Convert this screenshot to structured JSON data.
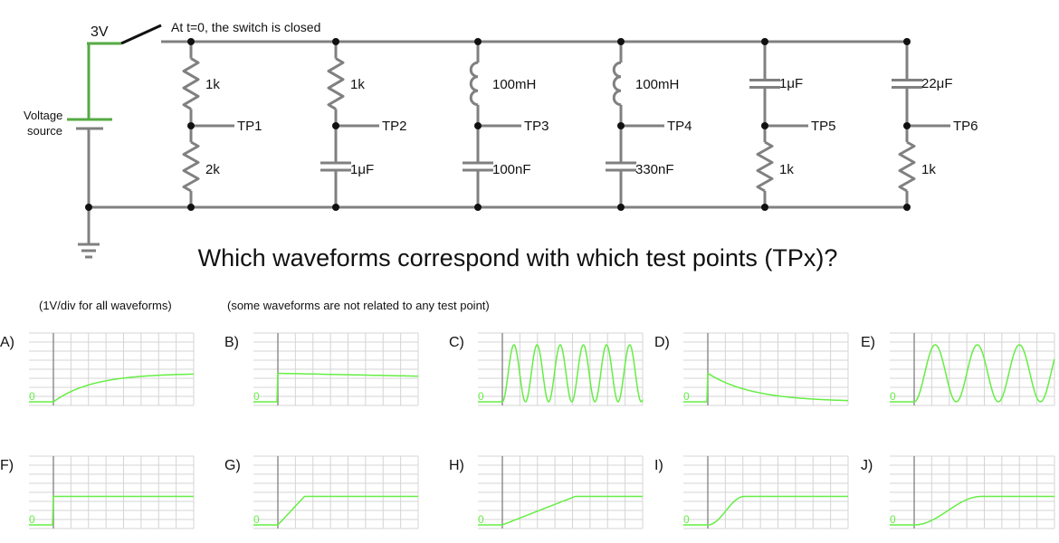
{
  "circuit": {
    "source_voltage": "3V",
    "switch_note": "At t=0, the switch is closed",
    "source_label_line1": "Voltage",
    "source_label_line2": "source",
    "branches": [
      {
        "top": "1k",
        "bottom": "2k",
        "tp": "TP1",
        "top_kind": "resistor",
        "bottom_kind": "resistor"
      },
      {
        "top": "1k",
        "bottom": "1μF",
        "tp": "TP2",
        "top_kind": "resistor",
        "bottom_kind": "capacitor"
      },
      {
        "top": "100mH",
        "bottom": "100nF",
        "tp": "TP3",
        "top_kind": "inductor",
        "bottom_kind": "capacitor"
      },
      {
        "top": "100mH",
        "bottom": "330nF",
        "tp": "TP4",
        "top_kind": "inductor",
        "bottom_kind": "capacitor"
      },
      {
        "top": "1μF",
        "bottom": "1k",
        "tp": "TP5",
        "top_kind": "capacitor",
        "bottom_kind": "resistor"
      },
      {
        "top": "22μF",
        "bottom": "1k",
        "tp": "TP6",
        "top_kind": "capacitor",
        "bottom_kind": "resistor"
      }
    ]
  },
  "question": "Which waveforms correspond with which test points (TPx)?",
  "note_scale": "(1V/div for all waveforms)",
  "note_unrelated": "(some waveforms are not related to any test point)",
  "zero_label": "0",
  "waveforms": [
    {
      "label": "A)",
      "shape": "rc-rise"
    },
    {
      "label": "B)",
      "shape": "step-slow-decay"
    },
    {
      "label": "C)",
      "shape": "fast-oscillation"
    },
    {
      "label": "D)",
      "shape": "spike-decay"
    },
    {
      "label": "E)",
      "shape": "slow-oscillation"
    },
    {
      "label": "F)",
      "shape": "step"
    },
    {
      "label": "G)",
      "shape": "fast-ramp"
    },
    {
      "label": "H)",
      "shape": "slow-ramp"
    },
    {
      "label": "I)",
      "shape": "s-curve-fast"
    },
    {
      "label": "J)",
      "shape": "s-curve-slow"
    }
  ],
  "colors": {
    "wire": "#808080",
    "trace": "#66ee44",
    "source_highlight": "#55aa44",
    "grid": "#d4d4d4",
    "axis": "#888888"
  }
}
